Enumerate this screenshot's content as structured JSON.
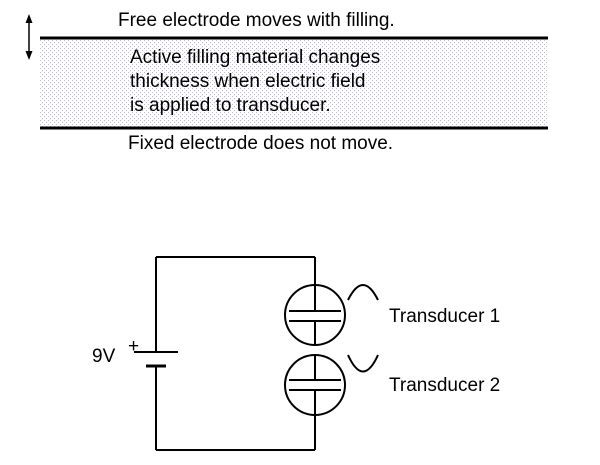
{
  "top_caption": "Free electrode moves with filling.",
  "filling_lines": [
    "Active filling material changes",
    "thickness when electric field",
    "is applied to transducer."
  ],
  "bottom_caption": "Fixed electrode does not move.",
  "battery_label": "9V",
  "battery_plus": "+",
  "transducers": [
    {
      "label": "Transducer 1"
    },
    {
      "label": "Transducer 2"
    }
  ],
  "colors": {
    "ink": "#000000",
    "filling_stipple": "#b8b8d8",
    "background": "#ffffff"
  }
}
